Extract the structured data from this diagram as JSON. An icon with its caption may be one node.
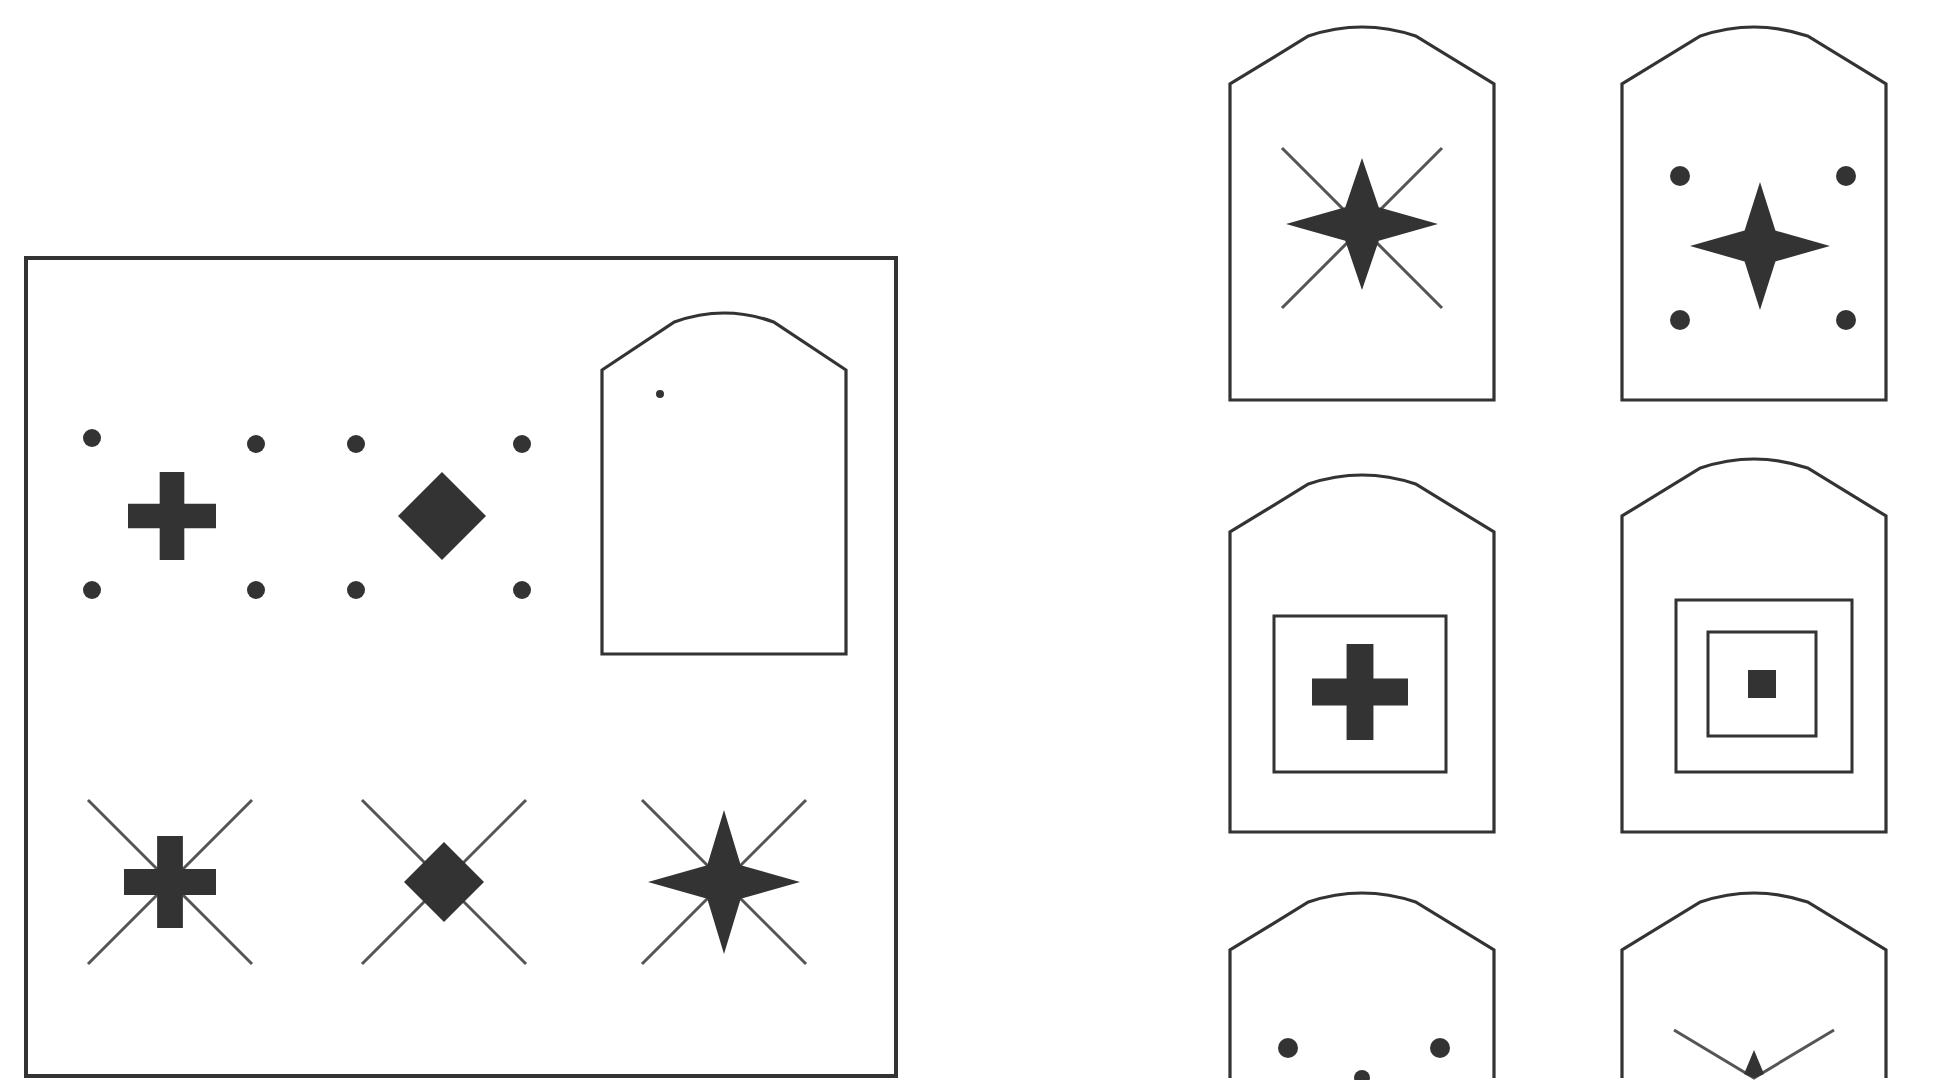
{
  "diagram": {
    "nodes": [
      {
        "text": [],
        "shape": "box"
      },
      {
        "text": [],
        "shape": "picture",
        "in": 0
      },
      {
        "text": [],
        "shape": "picture",
        "in": 0
      },
      {
        "text": [],
        "shape": "tag",
        "in": 0
      },
      {
        "text": [],
        "shape": "picture",
        "in": 0
      },
      {
        "text": [],
        "shape": "picture",
        "in": 0
      },
      {
        "text": [],
        "shape": "picture",
        "in": 0
      },
      {
        "text": [],
        "shape": "tag"
      },
      {
        "text": [],
        "shape": "tag"
      },
      {
        "text": [],
        "shape": "tag"
      },
      {
        "text": [],
        "shape": "tag"
      },
      {
        "text": [],
        "shape": "tag"
      },
      {
        "text": [],
        "shape": "tag"
      }
    ]
  }
}
